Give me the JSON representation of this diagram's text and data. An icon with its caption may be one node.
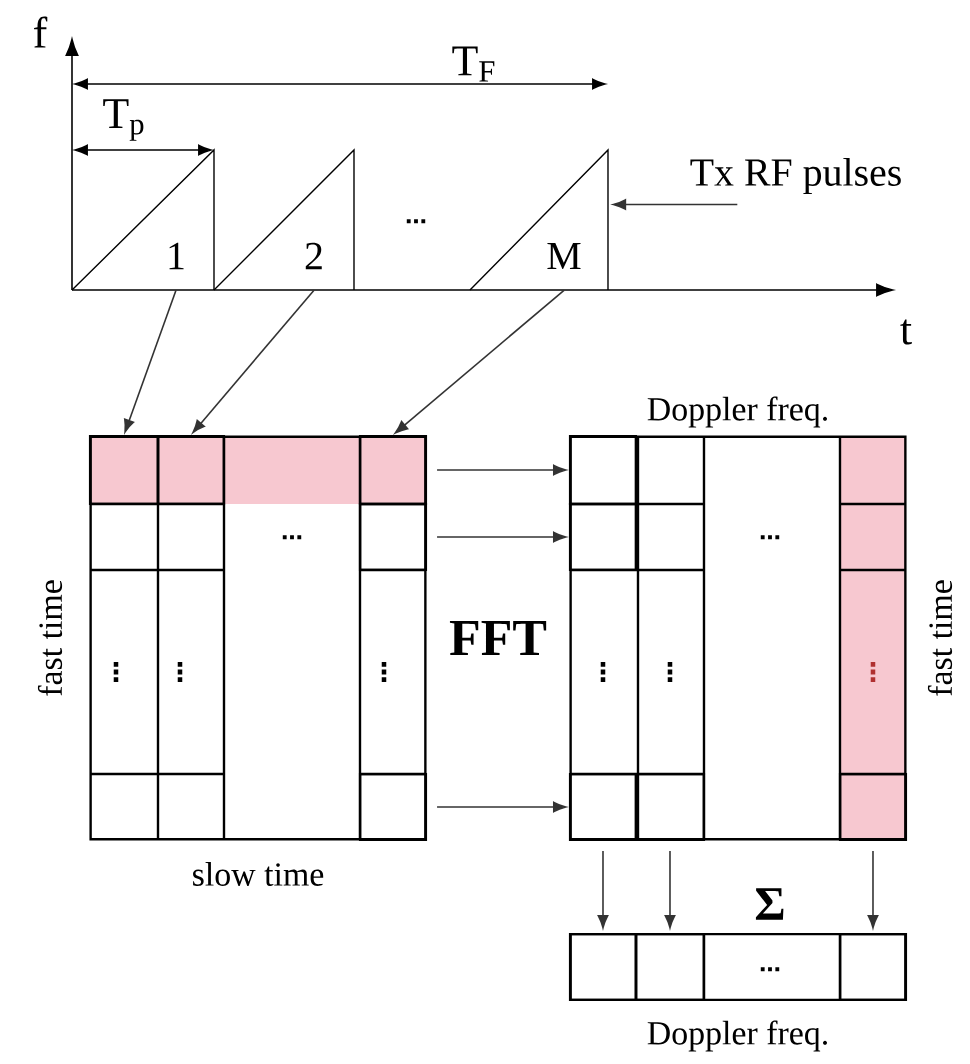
{
  "diagram": {
    "nodes": [
      {
        "text": [
          "1"
        ]
      },
      {
        "text": [
          "2"
        ]
      },
      {
        "text": [
          "M"
        ]
      },
      {
        "text": [
          "Tx RF pulses"
        ]
      },
      {
        "text": [],
        "shape": "box",
        "beside": [
          "fast time",
          "slow time"
        ]
      },
      {
        "text": [],
        "shape": "box",
        "in": 4
      },
      {
        "text": [],
        "shape": "box",
        "in": 4
      },
      {
        "text": [],
        "shape": "box",
        "in": 4
      },
      {
        "text": [],
        "shape": "box",
        "in": 4
      },
      {
        "text": [],
        "shape": "box",
        "in": 4
      },
      {
        "text": [],
        "shape": "box",
        "beside": [
          "Doppler freq.",
          "fast time"
        ]
      },
      {
        "text": [],
        "shape": "box",
        "in": 10
      },
      {
        "text": [],
        "shape": "box",
        "in": 10
      },
      {
        "text": [],
        "shape": "box",
        "in": 10
      },
      {
        "text": [],
        "shape": "box",
        "in": 10
      },
      {
        "text": [],
        "shape": "box",
        "in": 10
      },
      {
        "text": [],
        "shape": "box",
        "beside": [
          "Doppler freq."
        ]
      },
      {
        "text": [],
        "shape": "box",
        "in": 16
      },
      {
        "text": [],
        "shape": "box",
        "in": 16
      },
      {
        "text": [],
        "shape": "box",
        "in": 16
      }
    ],
    "edges": [
      {
        "from": 0,
        "to": 5,
        "arrow": "to"
      },
      {
        "from": 1,
        "to": 6,
        "arrow": "to"
      },
      {
        "from": 2,
        "to": 7,
        "arrow": "to"
      },
      {
        "from": 3,
        "to": 2,
        "arrow": "to"
      },
      {
        "from": 7,
        "to": 11,
        "arrow": "to"
      },
      {
        "from": 8,
        "to": 12,
        "arrow": "to"
      },
      {
        "from": 9,
        "to": 13,
        "arrow": "to"
      },
      {
        "from": 13,
        "to": 17,
        "arrow": "to"
      },
      {
        "from": 14,
        "to": 18,
        "arrow": "to"
      },
      {
        "from": 15,
        "to": 19,
        "arrow": "to"
      }
    ],
    "labels": [
      "f",
      "T$_{F}$",
      "T$_{p}$",
      "⋯",
      "t",
      "⋯",
      "⋯",
      "⋮",
      "⋮",
      "⋮",
      "FFT",
      "⋮",
      "⋮",
      "⋮",
      "Σ",
      "⋯"
    ]
  }
}
